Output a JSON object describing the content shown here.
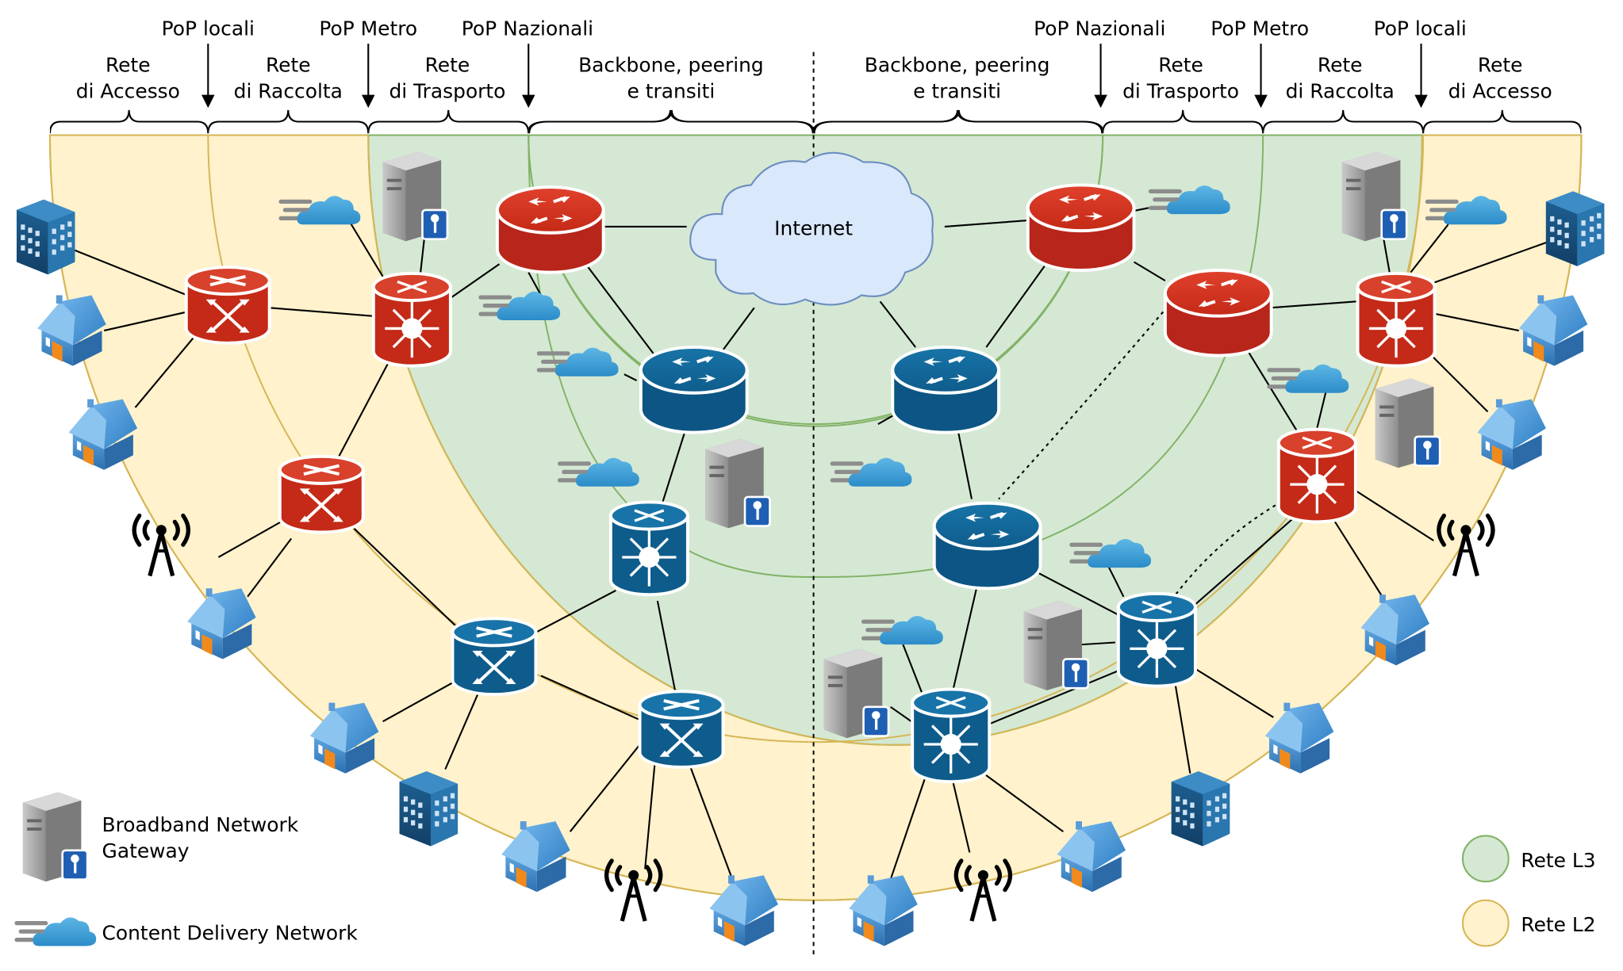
{
  "header": {
    "left": {
      "pops": [
        "PoP locali",
        "PoP Metro",
        "PoP Nazionali"
      ],
      "sections": [
        {
          "line1": "Rete",
          "line2": "di Accesso"
        },
        {
          "line1": "Rete",
          "line2": "di Raccolta"
        },
        {
          "line1": "Rete",
          "line2": "di Trasporto"
        },
        {
          "line1": "Backbone, peering",
          "line2": "e transiti"
        }
      ]
    },
    "right": {
      "pops": [
        "PoP Nazionali",
        "PoP Metro",
        "PoP locali"
      ],
      "sections": [
        {
          "line1": "Backbone, peering",
          "line2": "e transiti"
        },
        {
          "line1": "Rete",
          "line2": "di Trasporto"
        },
        {
          "line1": "Rete",
          "line2": "di Raccolta"
        },
        {
          "line1": "Rete",
          "line2": "di Accesso"
        }
      ]
    }
  },
  "internet_label": "Internet",
  "legend": {
    "bng_line1": "Broadband Network",
    "bng_line2": "Gateway",
    "cdn": "Content Delivery Network",
    "l3": "Rete L3",
    "l2": "Rete L2"
  },
  "colors": {
    "l3_fill": "#d5e8d4",
    "l3_stroke": "#82b366",
    "l2_fill": "#fff2cc",
    "l2_stroke": "#d6b656",
    "red_device": "#d2301f",
    "blue_device": "#0f6496",
    "cloud": "#dae8fc"
  },
  "icons": [
    "router-icon",
    "switch-icon",
    "hub-router-icon",
    "server-icon",
    "cdn-icon",
    "building-icon",
    "house-icon",
    "antenna-icon",
    "internet-cloud-icon"
  ]
}
